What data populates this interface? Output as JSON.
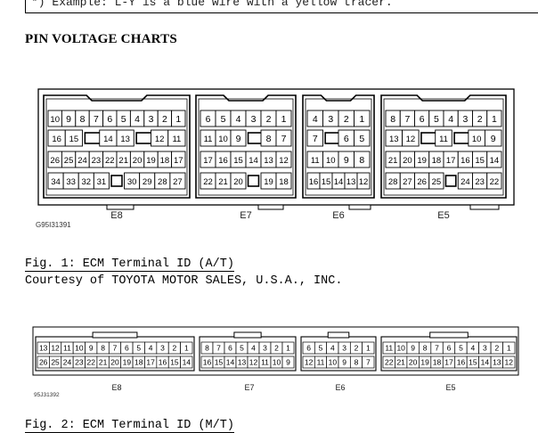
{
  "top_note": "*) Example: L-Y is a blue wire with a yellow tracer.",
  "section_title": "PIN VOLTAGE CHARTS",
  "figure1": {
    "caption": "Fig. 1: ECM Terminal ID (A/T)",
    "courtesy": "Courtesy of TOYOTA MOTOR SALES, U.S.A., INC.",
    "code": "G95I31391",
    "connectors": [
      {
        "name": "E8",
        "rows": [
          [
            "10",
            "9",
            "8",
            "7",
            "6",
            "5",
            "4",
            "3",
            "2",
            "1"
          ],
          [
            "16",
            "15",
            "",
            "14",
            "13",
            "",
            "12",
            "11"
          ],
          [
            "26",
            "25",
            "24",
            "23",
            "22",
            "21",
            "20",
            "19",
            "18",
            "17"
          ],
          [
            "34",
            "33",
            "32",
            "31",
            "",
            "30",
            "29",
            "28",
            "27"
          ]
        ]
      },
      {
        "name": "E7",
        "rows": [
          [
            "6",
            "5",
            "4",
            "3",
            "2",
            "1"
          ],
          [
            "11",
            "10",
            "9",
            "",
            "8",
            "7"
          ],
          [
            "17",
            "16",
            "15",
            "14",
            "13",
            "12"
          ],
          [
            "22",
            "21",
            "20",
            "",
            "19",
            "18"
          ]
        ]
      },
      {
        "name": "E6",
        "rows": [
          [
            "4",
            "3",
            "2",
            "1"
          ],
          [
            "7",
            "",
            "6",
            "5"
          ],
          [
            "11",
            "10",
            "9",
            "8"
          ],
          [
            "16",
            "15",
            "14",
            "13",
            "12"
          ]
        ]
      },
      {
        "name": "E5",
        "rows": [
          [
            "8",
            "7",
            "6",
            "5",
            "4",
            "3",
            "2",
            "1"
          ],
          [
            "13",
            "12",
            "",
            "11",
            "",
            "10",
            "9"
          ],
          [
            "21",
            "20",
            "19",
            "18",
            "17",
            "16",
            "15",
            "14"
          ],
          [
            "28",
            "27",
            "26",
            "25",
            "",
            "24",
            "23",
            "22"
          ]
        ]
      }
    ]
  },
  "figure2": {
    "caption": "Fig. 2: ECM Terminal ID (M/T)",
    "code": "95J31392",
    "connectors": [
      {
        "name": "E8",
        "rows": [
          [
            "13",
            "12",
            "11",
            "10",
            "9",
            "8",
            "7",
            "6",
            "5",
            "4",
            "3",
            "2",
            "1"
          ],
          [
            "26",
            "25",
            "24",
            "23",
            "22",
            "21",
            "20",
            "19",
            "18",
            "17",
            "16",
            "15",
            "14"
          ]
        ]
      },
      {
        "name": "E7",
        "rows": [
          [
            "8",
            "7",
            "6",
            "5",
            "4",
            "3",
            "2",
            "1"
          ],
          [
            "16",
            "15",
            "14",
            "13",
            "12",
            "11",
            "10",
            "9"
          ]
        ]
      },
      {
        "name": "E6",
        "rows": [
          [
            "6",
            "5",
            "4",
            "3",
            "2",
            "1"
          ],
          [
            "12",
            "11",
            "10",
            "9",
            "8",
            "7"
          ]
        ]
      },
      {
        "name": "E5",
        "rows": [
          [
            "11",
            "10",
            "9",
            "8",
            "7",
            "6",
            "5",
            "4",
            "3",
            "2",
            "1"
          ],
          [
            "22",
            "21",
            "20",
            "19",
            "18",
            "17",
            "16",
            "15",
            "14",
            "13",
            "12"
          ]
        ]
      }
    ]
  }
}
